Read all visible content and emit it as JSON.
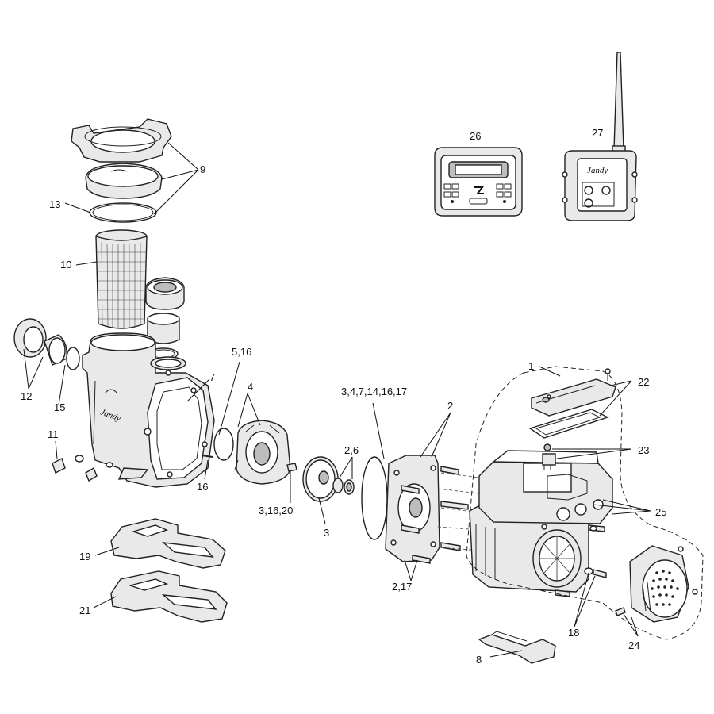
{
  "callouts": [
    {
      "id": "c1",
      "text": "1"
    },
    {
      "id": "c2",
      "text": "2"
    },
    {
      "id": "c2_6",
      "text": "2,6"
    },
    {
      "id": "c2_17",
      "text": "2,17"
    },
    {
      "id": "c3",
      "text": "3"
    },
    {
      "id": "c3_16_20",
      "text": "3,16,20"
    },
    {
      "id": "c3_4_7",
      "text": "3,4,7,14,16,17"
    },
    {
      "id": "c4",
      "text": "4"
    },
    {
      "id": "c5_16",
      "text": "5,16"
    },
    {
      "id": "c7",
      "text": "7"
    },
    {
      "id": "c8",
      "text": "8"
    },
    {
      "id": "c9",
      "text": "9"
    },
    {
      "id": "c10",
      "text": "10"
    },
    {
      "id": "c11",
      "text": "11"
    },
    {
      "id": "c12",
      "text": "12"
    },
    {
      "id": "c13",
      "text": "13"
    },
    {
      "id": "c15",
      "text": "15"
    },
    {
      "id": "c16",
      "text": "16"
    },
    {
      "id": "c18",
      "text": "18"
    },
    {
      "id": "c19",
      "text": "19"
    },
    {
      "id": "c21",
      "text": "21"
    },
    {
      "id": "c22",
      "text": "22"
    },
    {
      "id": "c23",
      "text": "23"
    },
    {
      "id": "c24",
      "text": "24"
    },
    {
      "id": "c25",
      "text": "25"
    },
    {
      "id": "c26",
      "text": "26"
    },
    {
      "id": "c27",
      "text": "27"
    }
  ],
  "device_text": {
    "remote_brand": "Jandy"
  },
  "colors": {
    "line": "#222222",
    "part_fill": "#e9e9e9",
    "part_shade": "#bdbdbd",
    "background": "#ffffff"
  }
}
